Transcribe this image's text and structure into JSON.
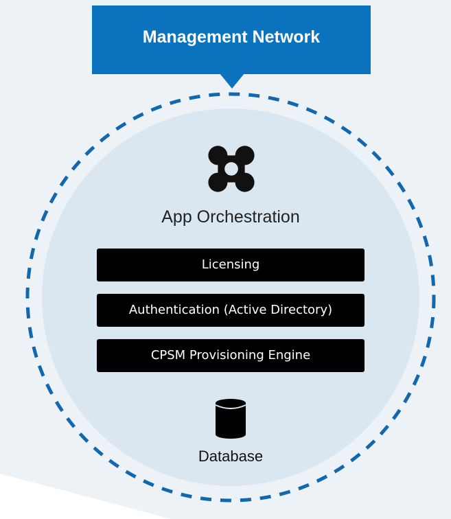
{
  "header": {
    "title": "Management Network"
  },
  "main": {
    "app_title": "App Orchestration",
    "layers": [
      {
        "label": "Licensing"
      },
      {
        "label": "Authentication (Active Directory)"
      },
      {
        "label": "CPSM Provisioning Engine"
      }
    ],
    "database_label": "Database"
  },
  "colors": {
    "header_blue": "#0b72be",
    "ring_dash": "#1268ae",
    "circle_fill": "#dbe7f0",
    "wedge_fill": "#edf2f7",
    "bar_fill": "#000000"
  },
  "icons": {
    "app_logo": "app-orchestration-logo-icon",
    "database": "database-cylinder-icon"
  }
}
